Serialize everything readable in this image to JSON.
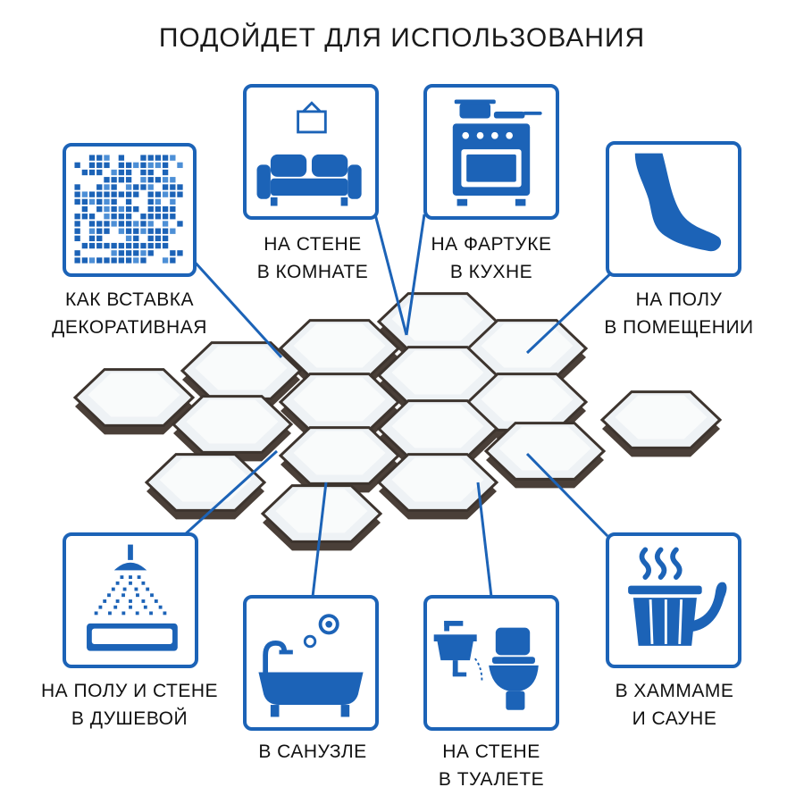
{
  "title": "ПОДОЙДЕТ ДЛЯ ИСПОЛЬЗОВАНИЯ",
  "accent_color": "#1c63b7",
  "uses": [
    {
      "icon": "mosaic-icon",
      "line1": "КАК ВСТАВКА",
      "line2": "ДЕКОРАТИВНАЯ"
    },
    {
      "icon": "sofa-icon",
      "line1": "НА СТЕНЕ",
      "line2": "В КОМНАТЕ"
    },
    {
      "icon": "stove-icon",
      "line1": "НА ФАРТУКЕ",
      "line2": "В КУХНЕ"
    },
    {
      "icon": "foot-icon",
      "line1": "НА ПОЛУ",
      "line2": "В ПОМЕЩЕНИИ"
    },
    {
      "icon": "shower-icon",
      "line1": "НА ПОЛУ И СТЕНЕ",
      "line2": "В ДУШЕВОЙ"
    },
    {
      "icon": "bathtub-icon",
      "line1": "В САНУЗЛЕ",
      "line2": ""
    },
    {
      "icon": "toilet-icon",
      "line1": "НА СТЕНЕ",
      "line2": "В ТУАЛЕТЕ"
    },
    {
      "icon": "sauna-icon",
      "line1": "В ХАММАМЕ",
      "line2": "И САУНЕ"
    }
  ]
}
